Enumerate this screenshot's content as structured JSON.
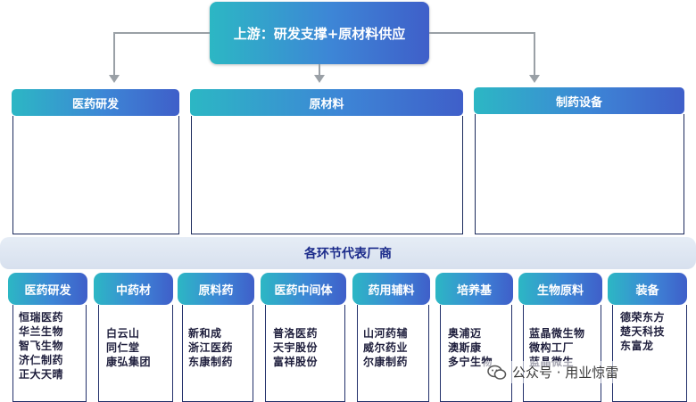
{
  "top_box": "上游：研发支撑+原材料供应",
  "columns": [
    {
      "label": "医药研发"
    },
    {
      "label": "原材料"
    },
    {
      "label": "制药设备"
    }
  ],
  "bar_label": "各环节代表厂商",
  "categories": [
    {
      "label": "医药研发",
      "companies": [
        "恒瑞医药",
        "华兰生物",
        "智飞生物",
        "济仁制药",
        "正大天晴"
      ]
    },
    {
      "label": "中药材",
      "companies": [
        "白云山",
        "同仁堂",
        "康弘集团"
      ]
    },
    {
      "label": "原料药",
      "companies": [
        "新和成",
        "浙江医药",
        "东康制药"
      ]
    },
    {
      "label": "医药中间体",
      "companies": [
        "普洛医药",
        "天宇股份",
        "富祥股份"
      ]
    },
    {
      "label": "药用辅料",
      "companies": [
        "山河药辅",
        "威尔药业",
        "尔康制药"
      ]
    },
    {
      "label": "培养基",
      "companies": [
        "奥浦迈",
        "澳斯康",
        "多宁生物"
      ]
    },
    {
      "label": "生物原料",
      "companies": [
        "蓝晶微生物",
        "微构工厂",
        "蓝晶微生"
      ]
    },
    {
      "label": "装备",
      "companies": [
        "德荣东方",
        "楚天科技",
        "东富龙"
      ]
    }
  ],
  "watermark": "公众号 · 用业惊雷"
}
